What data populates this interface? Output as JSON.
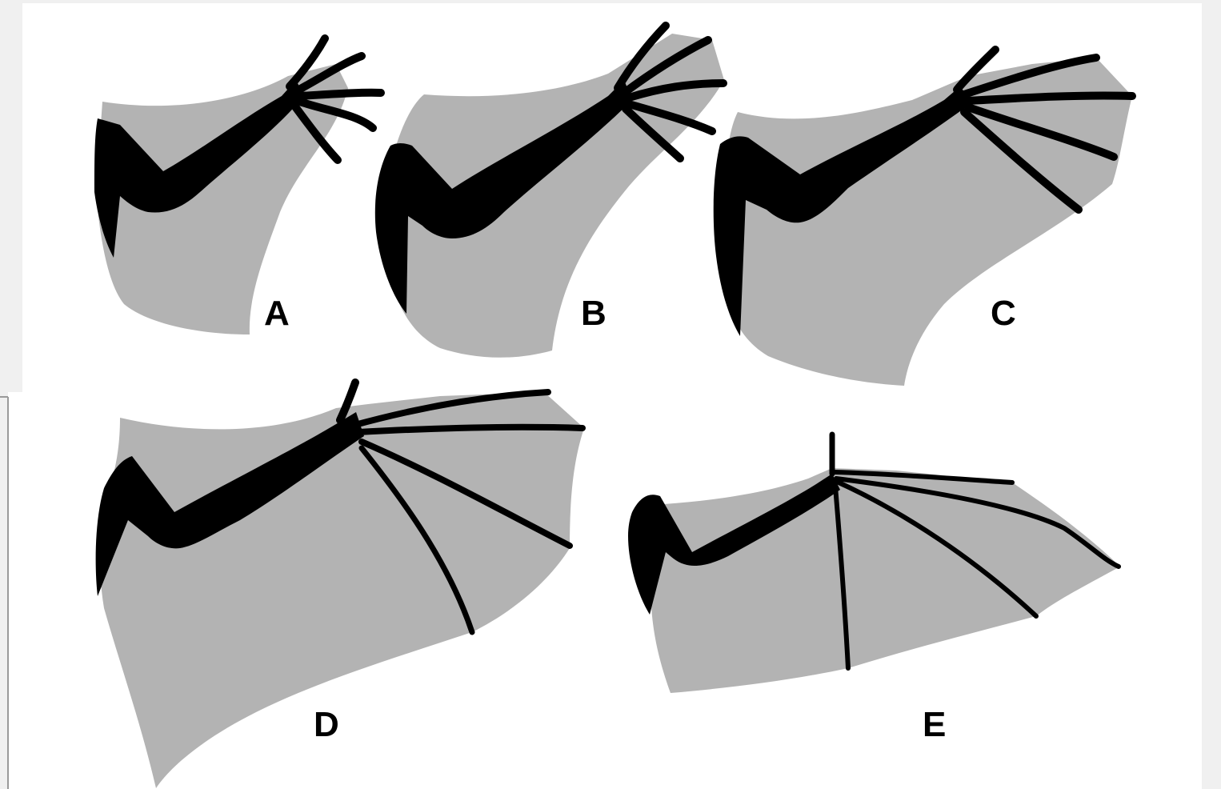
{
  "figure": {
    "panels": [
      {
        "id": "A",
        "label": "A"
      },
      {
        "id": "B",
        "label": "B"
      },
      {
        "id": "C",
        "label": "C"
      },
      {
        "id": "D",
        "label": "D"
      },
      {
        "id": "E",
        "label": "E"
      }
    ]
  },
  "colors": {
    "background": "#f0f0f0",
    "panel": "#ffffff",
    "membrane": "#b3b3b3",
    "bone": "#000000"
  }
}
